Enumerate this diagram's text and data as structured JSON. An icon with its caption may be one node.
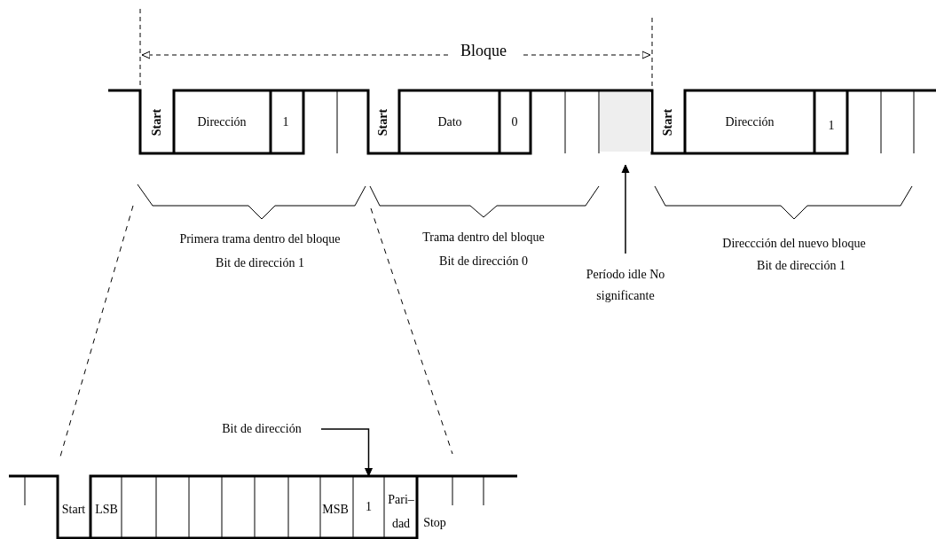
{
  "diagram": {
    "nodes": [
      {
        "text": [
          "Período idle No significante"
        ]
      },
      {
        "text": [
          "Bit de dirección"
        ]
      },
      {
        "text": [
          "1"
        ]
      },
      {
        "text": [],
        "shape": "box"
      }
    ],
    "edges": [
      {
        "from": 0,
        "to": 3,
        "arrow": "to"
      },
      {
        "from": 1,
        "to": 2,
        "arrow": "to"
      }
    ],
    "labels": [
      "Bloque",
      "Start",
      "Dirección",
      "1",
      "Start",
      "Dato",
      "0",
      "Start",
      "Dirección",
      "1",
      "Primera trama dentro del bloque",
      "Bit de dirección 1",
      "Trama dentro del bloque",
      "Bit de dirección 0",
      "Direccción del nuevo bloque",
      "Bit de dirección 1",
      "Start",
      "LSB",
      "MSB",
      "Pari–dad",
      "Stop"
    ]
  }
}
